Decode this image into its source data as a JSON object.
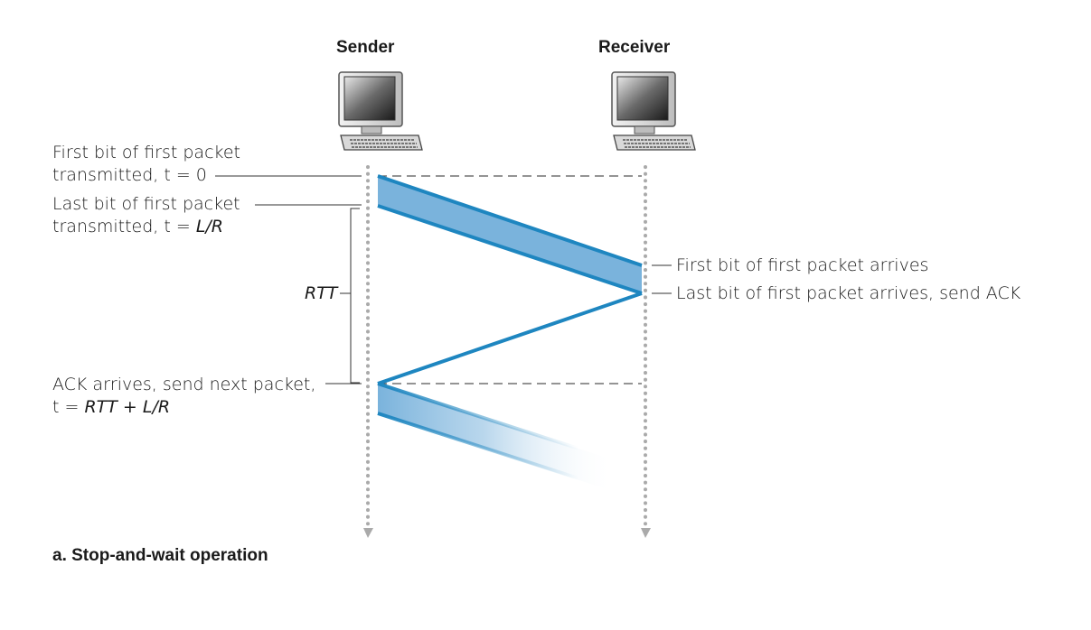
{
  "header": {
    "sender": "Sender",
    "receiver": "Receiver"
  },
  "labels": {
    "first_bit_sent_l1": "First bit of first packet",
    "first_bit_sent_l2": "transmitted, t = 0",
    "last_bit_sent_l1": "Last bit of first packet",
    "last_bit_sent_l2_prefix": "transmitted, t = ",
    "last_bit_sent_l2_italic": "L/R",
    "first_bit_arrives": "First bit of first packet arrives",
    "last_bit_arrives": "Last bit of first packet arrives, send ACK",
    "rtt": "RTT",
    "ack_arrives_l1": "ACK arrives, send next packet,",
    "ack_arrives_l2_prefix": "t = ",
    "ack_arrives_l2_italic": "RTT + L/R"
  },
  "caption": "a. Stop-and-wait operation",
  "colors": {
    "packet_fill": "#7ab3dc",
    "packet_edge": "#1e86c0",
    "dotted_line": "#aaaaaa",
    "dashed_line": "#555555"
  },
  "icons": {
    "sender": "computer-icon",
    "receiver": "computer-icon"
  }
}
